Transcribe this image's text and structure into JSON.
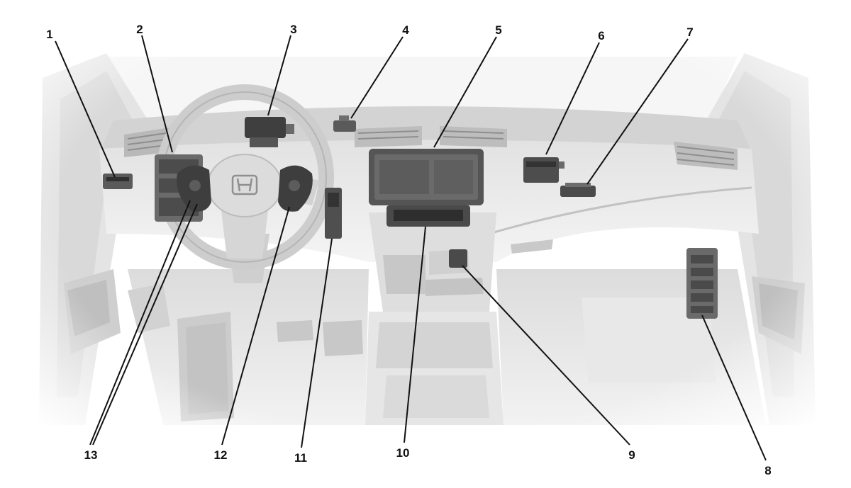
{
  "diagram": {
    "callouts": [
      {
        "id": 1,
        "label": "1"
      },
      {
        "id": 2,
        "label": "2"
      },
      {
        "id": 3,
        "label": "3"
      },
      {
        "id": 4,
        "label": "4"
      },
      {
        "id": 5,
        "label": "5"
      },
      {
        "id": 6,
        "label": "6"
      },
      {
        "id": 7,
        "label": "7"
      },
      {
        "id": 8,
        "label": "8"
      },
      {
        "id": 9,
        "label": "9"
      },
      {
        "id": 10,
        "label": "10"
      },
      {
        "id": 11,
        "label": "11"
      },
      {
        "id": 12,
        "label": "12"
      },
      {
        "id": 13,
        "label": "13"
      }
    ],
    "colors": {
      "background": "#ffffff",
      "interior_light": "#ebebeb",
      "interior_mid": "#d6d6d6",
      "interior_dark": "#bdbdbd",
      "component": "#4a4a4a",
      "leader": "#111111"
    }
  }
}
